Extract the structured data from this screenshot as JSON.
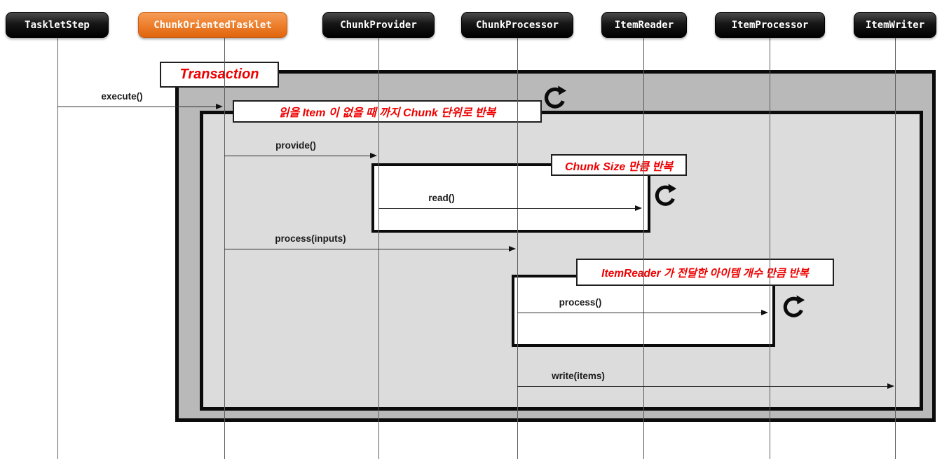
{
  "diagram_type": "sequence-diagram",
  "actors": [
    {
      "label": "TaskletStep",
      "highlight": false
    },
    {
      "label": "ChunkOrientedTasklet",
      "highlight": true
    },
    {
      "label": "ChunkProvider",
      "highlight": false
    },
    {
      "label": "ChunkProcessor",
      "highlight": false
    },
    {
      "label": "ItemReader",
      "highlight": false
    },
    {
      "label": "ItemProcessor",
      "highlight": false
    },
    {
      "label": "ItemWriter",
      "highlight": false
    }
  ],
  "messages": [
    {
      "label": "execute()",
      "from": "TaskletStep",
      "to": "ChunkOrientedTasklet"
    },
    {
      "label": "provide()",
      "from": "ChunkOrientedTasklet",
      "to": "ChunkProvider"
    },
    {
      "label": "read()",
      "from": "ChunkProvider",
      "to": "ItemReader"
    },
    {
      "label": "process(inputs)",
      "from": "ChunkOrientedTasklet",
      "to": "ChunkProcessor"
    },
    {
      "label": "process()",
      "from": "ChunkProcessor",
      "to": "ItemProcessor"
    },
    {
      "label": "write(items)",
      "from": "ChunkProcessor",
      "to": "ItemWriter"
    }
  ],
  "annotations": {
    "transaction": "Transaction",
    "chunk_loop": "읽을 Item 이 없을 때 까지 Chunk 단위로 반복",
    "read_loop": "Chunk Size 만큼 반복",
    "process_loop": "ItemReader 가 전달한 아이템 개수 만큼 반복"
  },
  "icons": {
    "repeat": "clockwise-circular-arrow"
  },
  "colors": {
    "actor_dark": "#141414",
    "actor_orange": "#ED7D31",
    "outer_frame_fill": "#B9B9B9",
    "inner_frame_fill": "#DCDCDC",
    "loop_box_fill": "#FFFFFF",
    "note_text_red": "#EE0000",
    "frame_border": "#0B0B0B"
  }
}
